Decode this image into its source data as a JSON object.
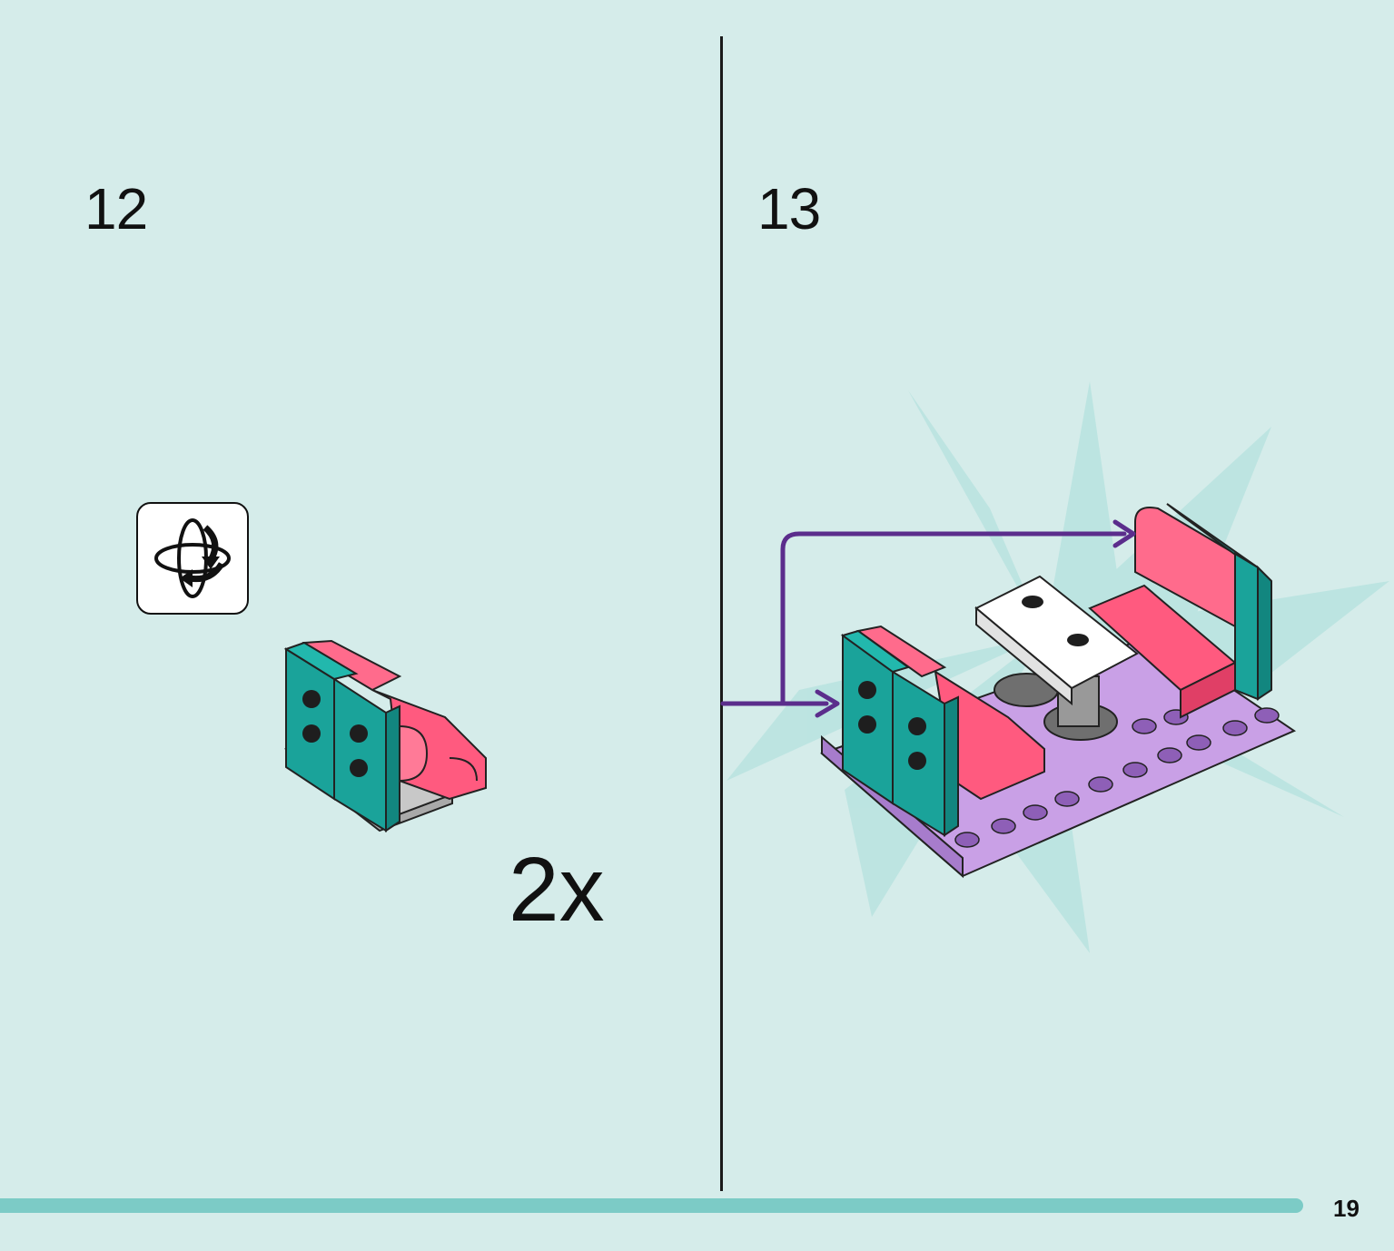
{
  "steps": [
    {
      "number": "12",
      "multiplier": "2x"
    },
    {
      "number": "13"
    }
  ],
  "icons": {
    "rotate": "rotate-model-icon",
    "arrow": "placement-arrow-icon"
  },
  "colors": {
    "background": "#d5ecea",
    "teal_brick": "#1aa39a",
    "pink_brick": "#ff5a7f",
    "purple_plate": "#c9a0e6",
    "arrow": "#5b2d8c",
    "footer_bar": "#7ccbc6"
  },
  "footer": {
    "page_number": "19"
  }
}
